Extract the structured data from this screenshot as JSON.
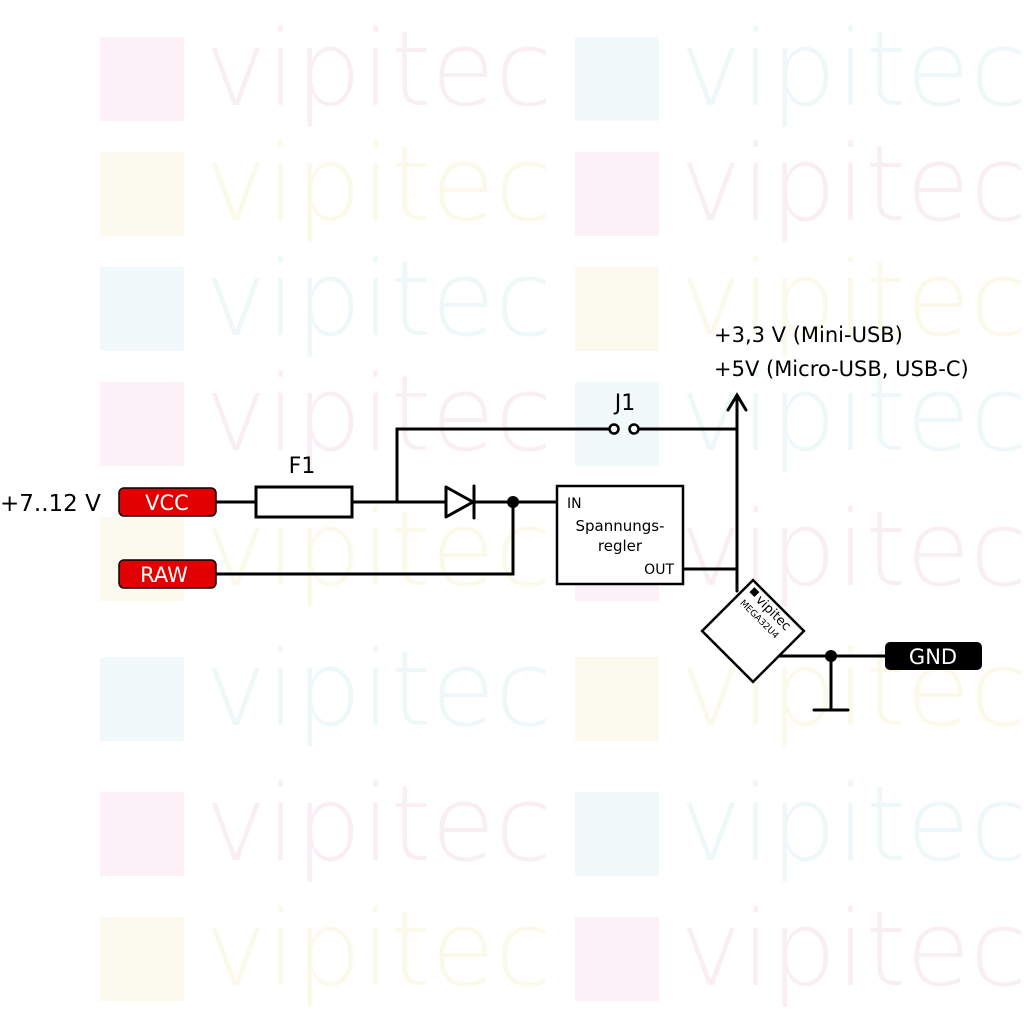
{
  "watermark": {
    "text": "vipitec",
    "colors": [
      "#e9b4d4",
      "#b8e0e8",
      "#f0e6a0",
      "#e9b4d4",
      "#b8e0e8",
      "#f0e6a0"
    ]
  },
  "inputs": {
    "voltage": "+7..12 V",
    "vcc_pin": "VCC",
    "raw_pin": "RAW",
    "gnd_pin": "GND",
    "pin_color": "#e00000",
    "gnd_color": "#000000"
  },
  "components": {
    "fuse": "F1",
    "jumper": "J1",
    "regulator": {
      "in": "IN",
      "line1": "Spannungs-",
      "line2": "regler",
      "out": "OUT"
    },
    "chip": {
      "brand": "vipitec",
      "model": "MEGA32U4"
    }
  },
  "output": {
    "line1": "+3,3 V (Mini-USB)",
    "line2": "+5V (Micro-USB, USB-C)"
  }
}
